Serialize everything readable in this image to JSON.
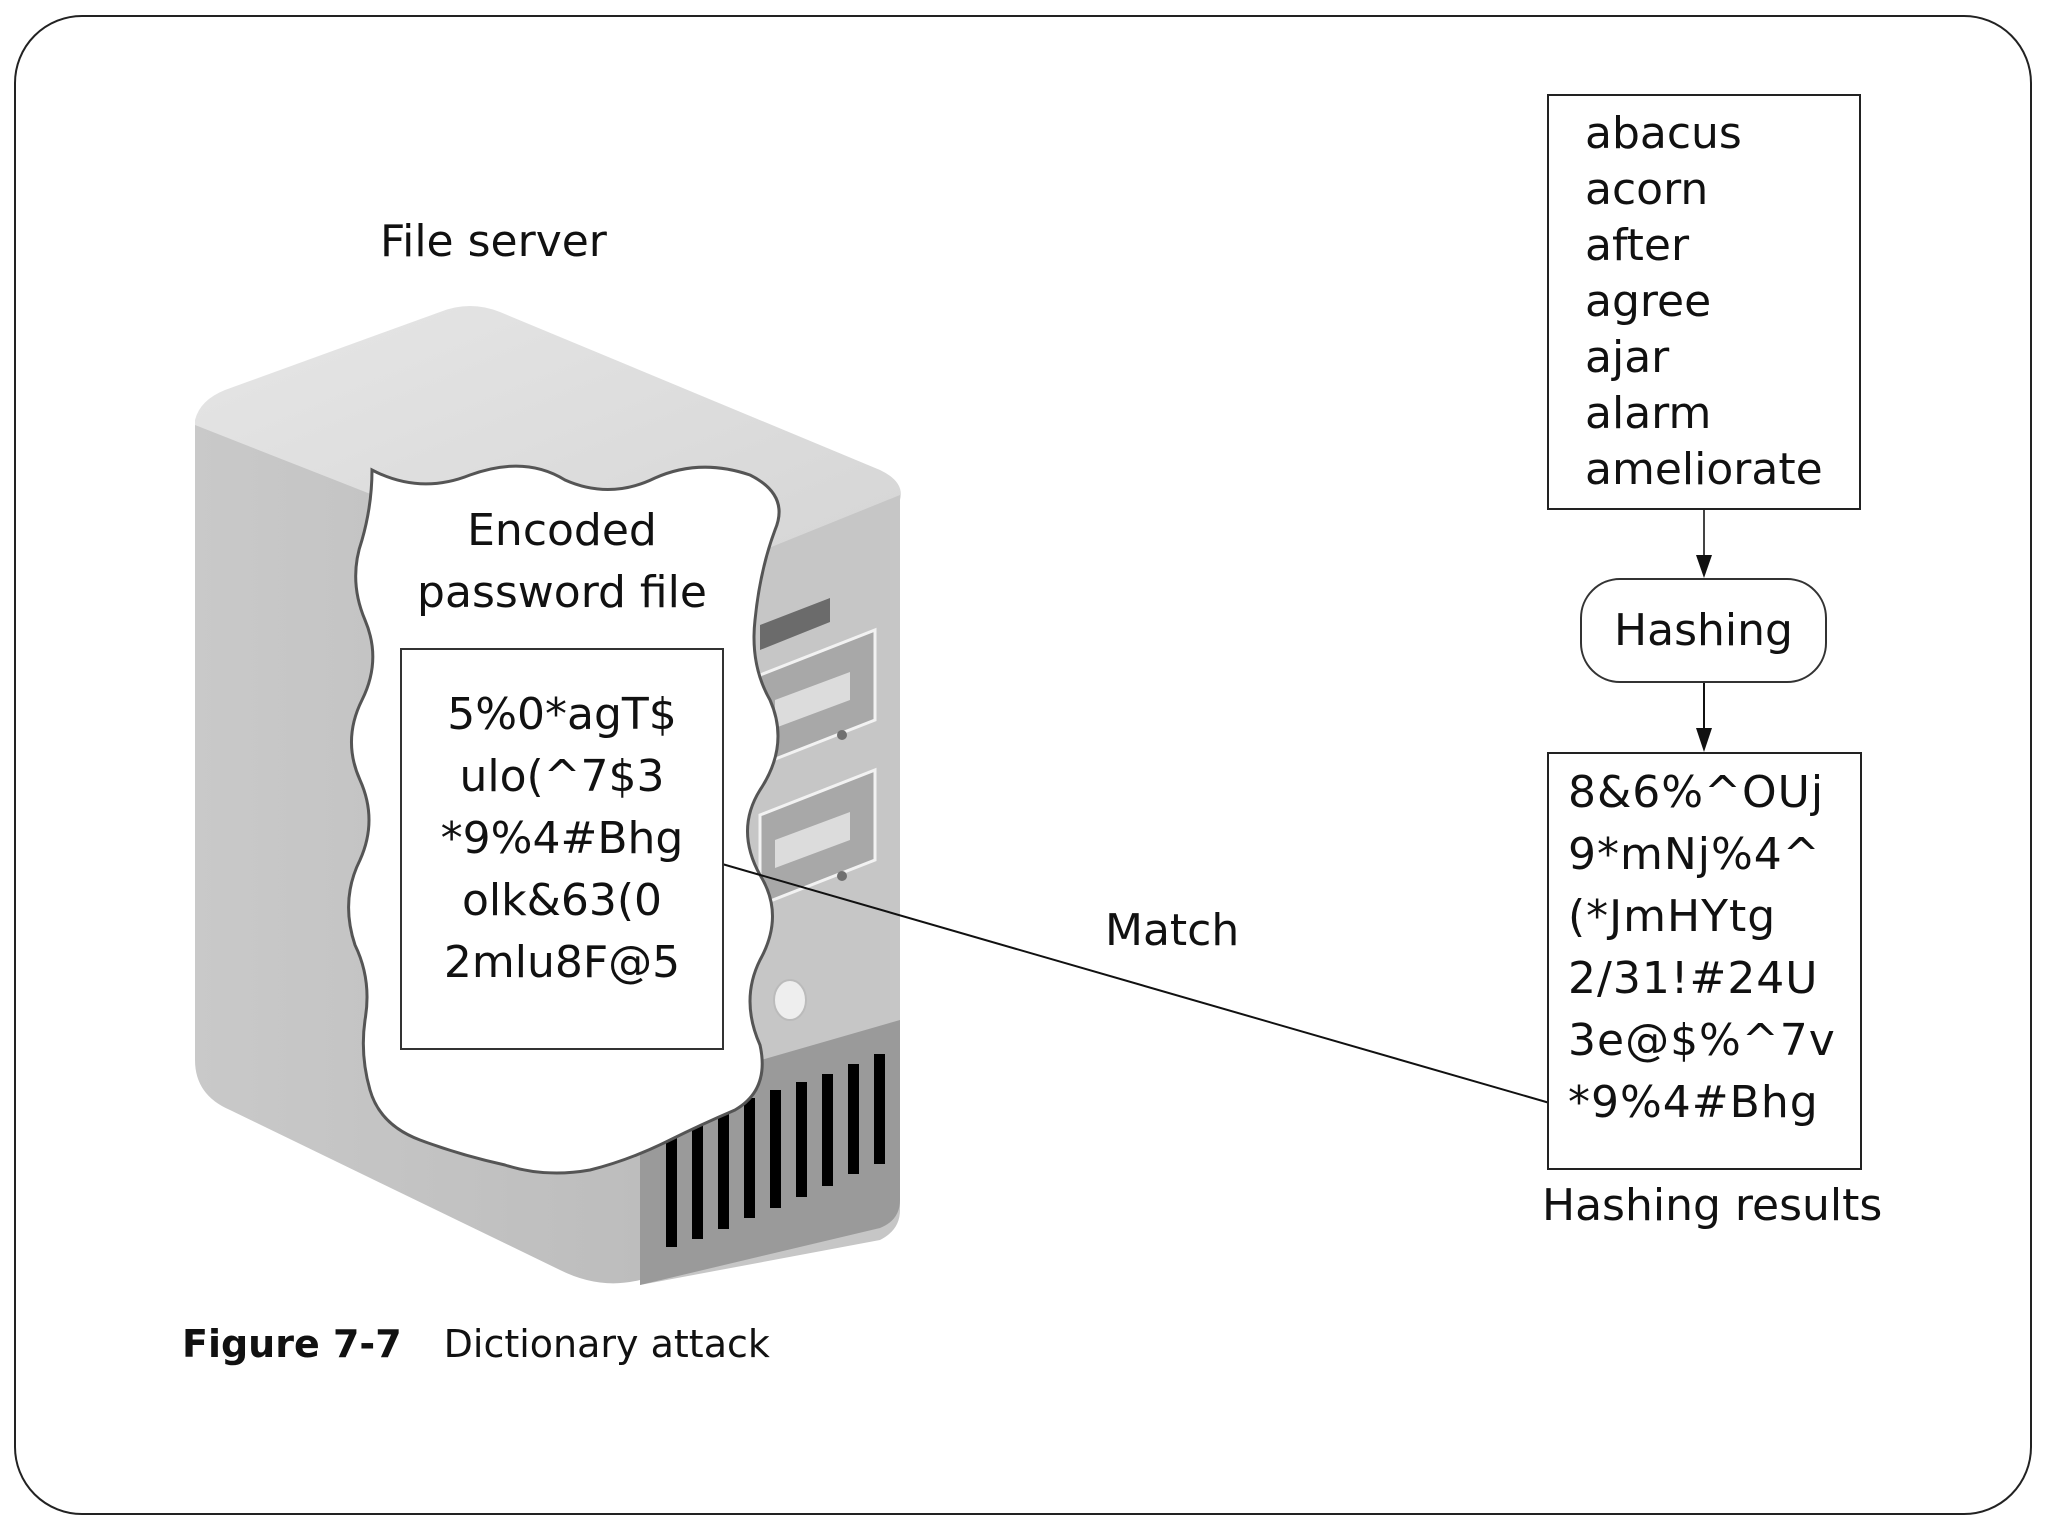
{
  "figure": {
    "number": "Figure 7-7",
    "title": "Dictionary attack"
  },
  "server": {
    "label": "File server",
    "file_title_line1": "Encoded",
    "file_title_line2": "password file",
    "encoded_entries": [
      "5%0*agT$",
      "ulo(^7$3",
      "*9%4#Bhg",
      "olk&63(0",
      "2mlu8F@5"
    ]
  },
  "dictionary": {
    "words": [
      "abacus",
      "acorn",
      "after",
      "agree",
      "ajar",
      "alarm",
      "ameliorate"
    ]
  },
  "process": {
    "label": "Hashing"
  },
  "results": {
    "label": "Hashing results",
    "hashes": [
      "8&6%^OUj",
      "9*mNj%4^",
      "(*JmHYtg",
      "2/31!#24U",
      "3e@$%^7v",
      "*9%4#Bhg"
    ]
  },
  "connector": {
    "label": "Match",
    "from": "*9%4#Bhg",
    "to": "*9%4#Bhg"
  }
}
